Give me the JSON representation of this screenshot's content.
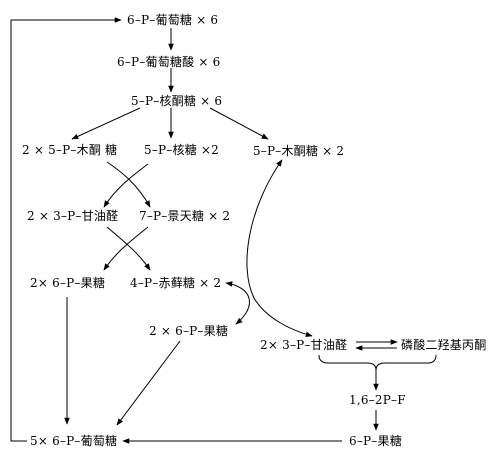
{
  "nodes": {
    "g6p_top": "6–P–葡萄糖 × 6",
    "gluconate": "6–P–葡萄糖酸 × 6",
    "ribulose": "5–P–核酮糖 × 6",
    "xylulose_left": "2 × 5–P–木酮 糖",
    "ribose": "5–P–核糖 ×2",
    "xylulose_right": "5–P–木酮糖 × 2",
    "gap_left": "2 × 3–P–甘油醛",
    "sedoheptulose": "7–P–景天糖 × 2",
    "f6p_left": "2× 6–P–果糖",
    "erythrose": "4–P–赤藓糖 × 2",
    "f6p_mid": "2 × 6–P–果糖",
    "gap_right": "2× 3–P–甘油醛",
    "dhap": "磷酸二羟基丙酮",
    "fbp": "1,6–2P–F",
    "f6p_right": "6–P–果糖",
    "g6p_bottom": "5× 6–P–葡萄糖"
  }
}
